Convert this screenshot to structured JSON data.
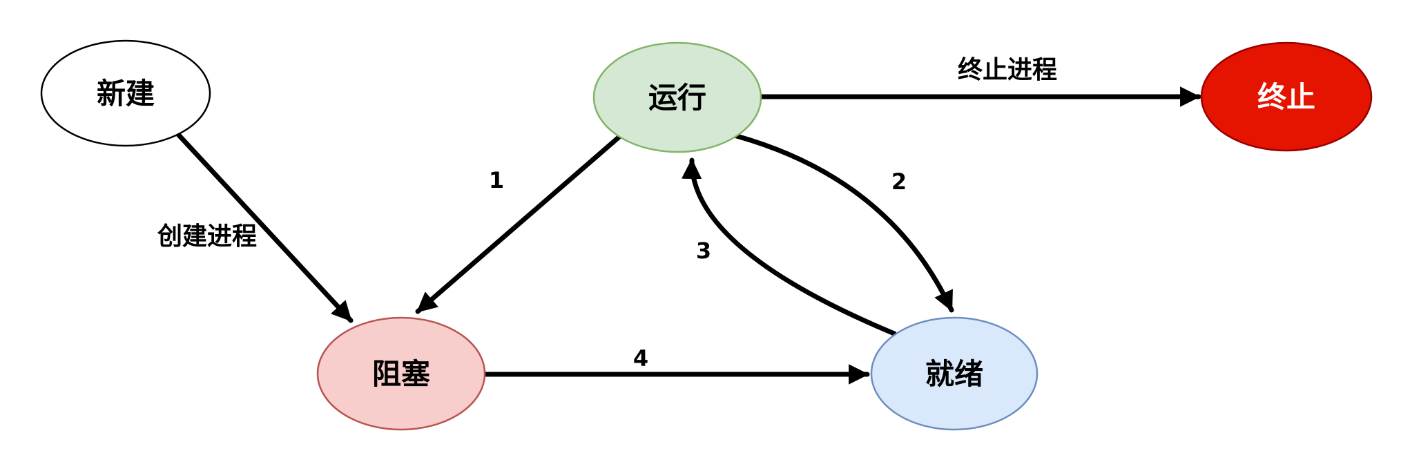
{
  "canvas": {
    "background": "#ffffff",
    "edge_color": "#000000"
  },
  "diagram": {
    "type": "state-transition-diagram",
    "nodes": [
      {
        "id": "new",
        "label": "新建",
        "fill": "#ffffff",
        "stroke": "#000000",
        "text_color": "#000000"
      },
      {
        "id": "running",
        "label": "运行",
        "fill": "#d5e8d4",
        "stroke": "#82b366",
        "text_color": "#000000"
      },
      {
        "id": "terminated",
        "label": "终止",
        "fill": "#e51400",
        "stroke": "#9a0000",
        "text_color": "#ffffff"
      },
      {
        "id": "blocked",
        "label": "阻塞",
        "fill": "#f8cecc",
        "stroke": "#b85450",
        "text_color": "#000000"
      },
      {
        "id": "ready",
        "label": "就绪",
        "fill": "#dae8fc",
        "stroke": "#6c8ebf",
        "text_color": "#000000"
      }
    ],
    "edges": [
      {
        "from": "new",
        "to": "blocked",
        "label": "创建进程"
      },
      {
        "from": "running",
        "to": "blocked",
        "label": "1"
      },
      {
        "from": "running",
        "to": "terminated",
        "label": "终止进程"
      },
      {
        "from": "running",
        "to": "ready",
        "label": "2"
      },
      {
        "from": "ready",
        "to": "running",
        "label": "3"
      },
      {
        "from": "blocked",
        "to": "ready",
        "label": "4"
      }
    ]
  }
}
